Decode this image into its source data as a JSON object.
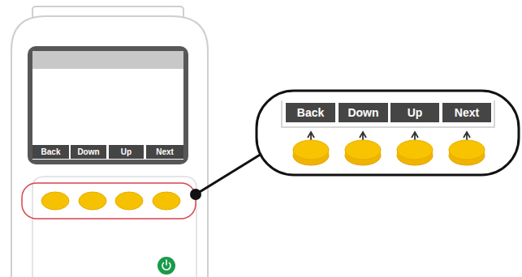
{
  "diagram": {
    "nodes": [
      {
        "text": [
          "Back"
        ]
      },
      {
        "text": [
          "Down"
        ]
      },
      {
        "text": [
          "Up"
        ]
      },
      {
        "text": [
          "Next"
        ]
      },
      {
        "text": [
          "Back"
        ]
      },
      {
        "text": [
          "Down"
        ]
      },
      {
        "text": [
          "Up"
        ]
      },
      {
        "text": [
          "Next"
        ]
      }
    ]
  }
}
